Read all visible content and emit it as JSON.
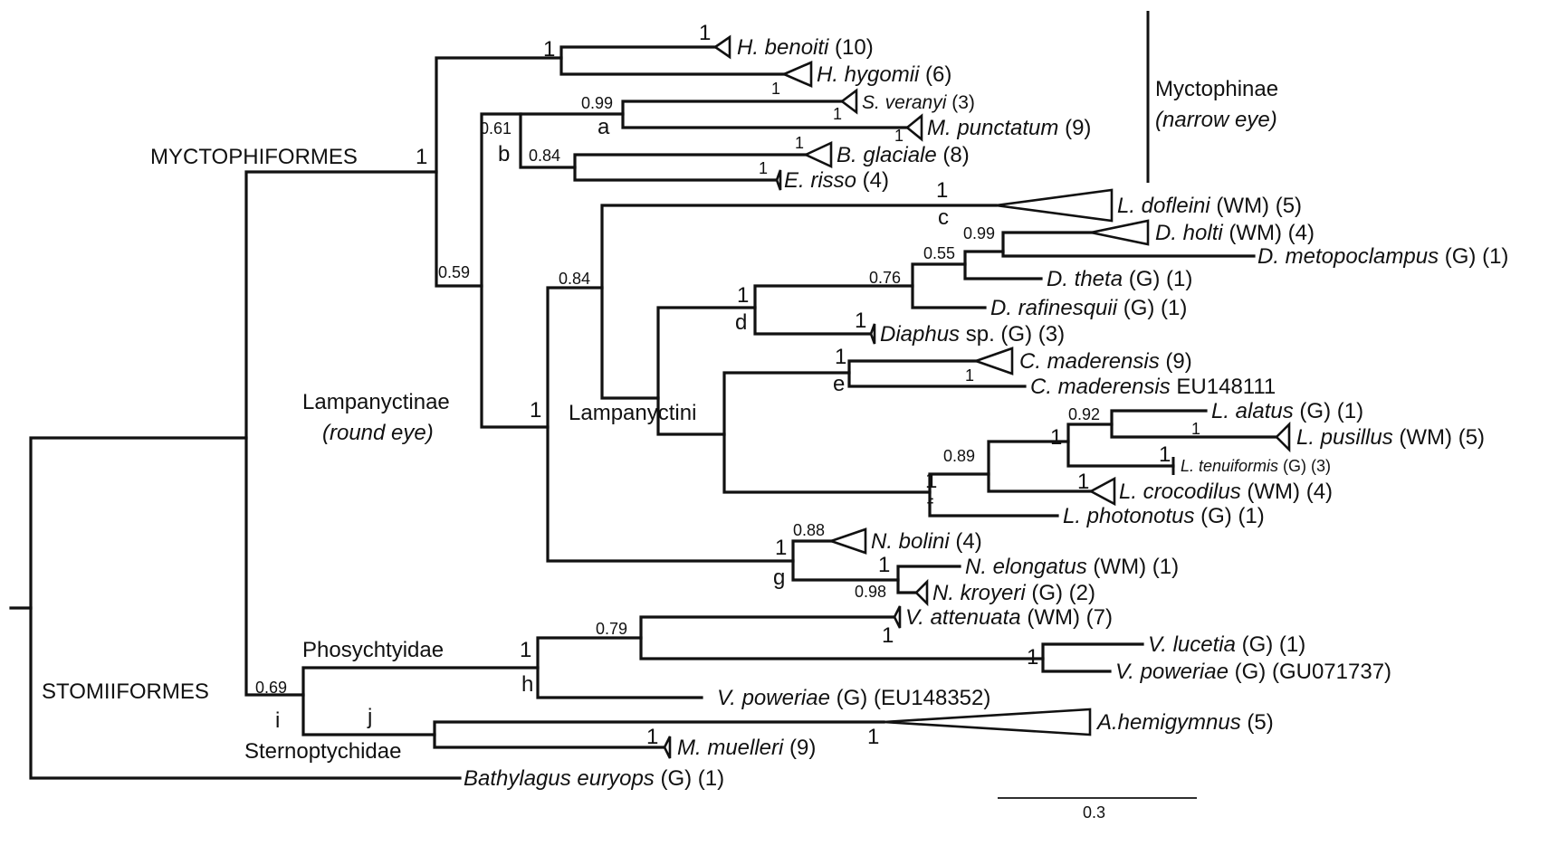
{
  "tips": [
    {
      "id": "hbenoiti",
      "italic": "H. benoiti",
      "rest": " (10)"
    },
    {
      "id": "hhygomii",
      "italic": "H. hygomii",
      "rest": " (6)"
    },
    {
      "id": "sveranyi",
      "italic": "S. veranyi",
      "rest": " (3)"
    },
    {
      "id": "mpunctatum",
      "italic": "M. punctatum",
      "rest": " (9)"
    },
    {
      "id": "bglaciale",
      "italic": "B. glaciale",
      "rest": " (8)"
    },
    {
      "id": "erisso",
      "italic": "E. risso",
      "rest": " (4)"
    },
    {
      "id": "ldofleini",
      "italic": "L. dofleini",
      "rest": " (WM) (5)"
    },
    {
      "id": "dholti",
      "italic": "D. holti",
      "rest": " (WM) (4)"
    },
    {
      "id": "dmetopoclampus",
      "italic": "D. metopoclampus",
      "rest": " (G) (1)"
    },
    {
      "id": "dtheta",
      "italic": "D. theta",
      "rest": " (G) (1)"
    },
    {
      "id": "drafinesquii",
      "italic": "D. rafinesquii",
      "rest": " (G) (1)"
    },
    {
      "id": "diaphus",
      "italic": "Diaphus",
      "rest": " sp. (G) (3)"
    },
    {
      "id": "cmaderensis",
      "italic": "C. maderensis",
      "rest": " (9)"
    },
    {
      "id": "cmaderensis-eu",
      "italic": "C. maderensis",
      "rest": " EU148111"
    },
    {
      "id": "lalatus",
      "italic": "L. alatus",
      "rest": " (G) (1)"
    },
    {
      "id": "lpusillus",
      "italic": "L. pusillus",
      "rest": " (WM) (5)"
    },
    {
      "id": "ltenuiformis",
      "italic": "L. tenuiformis",
      "rest": " (G) (3)"
    },
    {
      "id": "lcrocodilus",
      "italic": "L. crocodilus",
      "rest": " (WM) (4)"
    },
    {
      "id": "lphotonotus",
      "italic": "L. photonotus",
      "rest": " (G) (1)"
    },
    {
      "id": "nbolini",
      "italic": "N. bolini",
      "rest": " (4)"
    },
    {
      "id": "nelongatus",
      "italic": "N. elongatus",
      "rest": " (WM) (1)"
    },
    {
      "id": "nkroyeri",
      "italic": "N. kroyeri",
      "rest": " (G) (2)"
    },
    {
      "id": "vattenuata",
      "italic": "V. attenuata",
      "rest": " (WM) (7)"
    },
    {
      "id": "vlucetia",
      "italic": "V. lucetia",
      "rest": " (G) (1)"
    },
    {
      "id": "vpoweriae-gu",
      "italic": "V. poweriae",
      "rest": " (G) (GU071737)"
    },
    {
      "id": "vpoweriae-eu",
      "italic": "V. poweriae",
      "rest": " (G) (EU148352)"
    },
    {
      "id": "ahemigymnus",
      "italic": "A.hemigymnus",
      "rest": " (5)"
    },
    {
      "id": "mmuelleri",
      "italic": "M. muelleri",
      "rest": " (9)"
    },
    {
      "id": "bathylagus",
      "italic": "Bathylagus euryops",
      "rest": " (G) (1)"
    }
  ],
  "support": [
    {
      "id": "s-hben",
      "text": "1"
    },
    {
      "id": "s-hben-node",
      "text": "1"
    },
    {
      "id": "s-hhyg",
      "text": "1"
    },
    {
      "id": "s-sver",
      "text": "1"
    },
    {
      "id": "s-mpunc",
      "text": "1"
    },
    {
      "id": "s-bglac",
      "text": "1"
    },
    {
      "id": "s-erisso",
      "text": "1"
    },
    {
      "id": "s-myct",
      "text": "1"
    },
    {
      "id": "s-a",
      "text": "0.99"
    },
    {
      "id": "s-b",
      "text": "0.61"
    },
    {
      "id": "s-bge",
      "text": "0.84"
    },
    {
      "id": "s-lamp-clade",
      "text": "0.59"
    },
    {
      "id": "s-c",
      "text": "1"
    },
    {
      "id": "s-dholti",
      "text": "0.99"
    },
    {
      "id": "s-dtheta",
      "text": "0.55"
    },
    {
      "id": "s-draf",
      "text": "0.76"
    },
    {
      "id": "s-0.84b",
      "text": "0.84"
    },
    {
      "id": "s-d",
      "text": "1"
    },
    {
      "id": "s-diaphus",
      "text": "1"
    },
    {
      "id": "s-lampanyctinae",
      "text": "1"
    },
    {
      "id": "s-cmad",
      "text": "1"
    },
    {
      "id": "s-cmad2",
      "text": "1"
    },
    {
      "id": "s-lal",
      "text": "0.92"
    },
    {
      "id": "s-lpus",
      "text": "1"
    },
    {
      "id": "s-lten",
      "text": "1"
    },
    {
      "id": "s-lcroc",
      "text": "1"
    },
    {
      "id": "s-lcroc-node",
      "text": "1"
    },
    {
      "id": "s-089",
      "text": "0.89"
    },
    {
      "id": "s-f",
      "text": "1"
    },
    {
      "id": "s-nbol",
      "text": "0.88"
    },
    {
      "id": "s-g",
      "text": "1"
    },
    {
      "id": "s-nel",
      "text": "1"
    },
    {
      "id": "s-nkr",
      "text": "0.98"
    },
    {
      "id": "s-079",
      "text": "0.79"
    },
    {
      "id": "s-vatt",
      "text": "1"
    },
    {
      "id": "s-vluc",
      "text": "1"
    },
    {
      "id": "s-h",
      "text": "1"
    },
    {
      "id": "s-i",
      "text": "0.69"
    },
    {
      "id": "s-ahem",
      "text": "1"
    },
    {
      "id": "s-mmue",
      "text": "1"
    }
  ],
  "node_letters": [
    {
      "id": "a",
      "text": "a"
    },
    {
      "id": "b",
      "text": "b"
    },
    {
      "id": "c",
      "text": "c"
    },
    {
      "id": "d",
      "text": "d"
    },
    {
      "id": "e",
      "text": "e"
    },
    {
      "id": "f",
      "text": "f"
    },
    {
      "id": "g",
      "text": "g"
    },
    {
      "id": "h",
      "text": "h"
    },
    {
      "id": "i",
      "text": "i"
    },
    {
      "id": "j",
      "text": "j"
    }
  ],
  "groups": {
    "myctophiformes": "MYCTOPHIFORMES",
    "stomiiformes": "STOMIIFORMES",
    "myctophinae": "Myctophinae",
    "myctophinae_sub": "(narrow eye)",
    "lampanyctinae": "Lampanyctinae",
    "lampanyctinae_sub": "(round eye)",
    "lampanyctini": "Lampanyctini",
    "phosychtyidae": "Phosychtyidae",
    "sternoptychidae": "Sternoptychidae"
  },
  "scale_bar": {
    "label": "0.3"
  }
}
